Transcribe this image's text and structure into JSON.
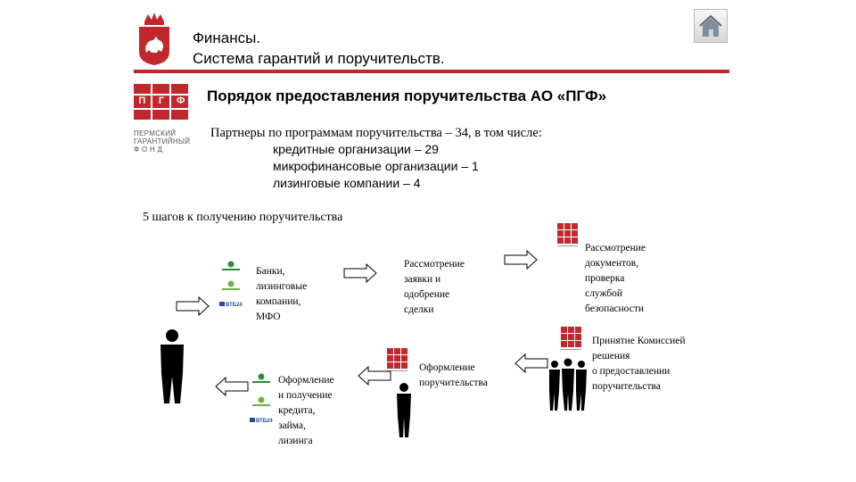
{
  "header": {
    "title_line1": "Финансы.",
    "title_line2": "Система гарантий и поручительств."
  },
  "section": {
    "title": "Порядок предоставления поручительства АО «ПГФ»"
  },
  "pgf_logo": {
    "letters": [
      "П",
      "Г",
      "Ф"
    ],
    "caption_lines": [
      "ПЕРМСКИЙ",
      "ГАРАНТИЙНЫЙ",
      "Ф О Н Д"
    ]
  },
  "partners": {
    "heading": "Партнеры по программам поручительства – 34, в том числе:",
    "items": [
      "кредитные организации – 29",
      "микрофинансовые организации – 1",
      "лизинговые компании – 4"
    ]
  },
  "steps": {
    "heading": "5 шагов к получению поручительства",
    "step1": [
      "Банки,",
      "лизинговые",
      "компании,",
      "МФО"
    ],
    "step2": [
      "Рассмотрение",
      "заявки и",
      "одобрение",
      "сделки"
    ],
    "step3": [
      "Рассмотрение",
      "документов,",
      "проверка",
      "службой",
      "безопасности"
    ],
    "step4": [
      "Принятие Комиссией",
      "решения",
      "о предоставлении",
      "поручительства"
    ],
    "step5": [
      "Оформление",
      "поручительства"
    ],
    "step6": [
      "Оформление",
      "и получение",
      "кредита,",
      "займа,",
      "лизинга"
    ]
  },
  "bank_logos": {
    "vtb_label": "ВТБ24"
  },
  "colors": {
    "brand_red": "#c0282d",
    "bank_green": "#2e8b3a",
    "vtb_blue": "#1f4e9c"
  }
}
